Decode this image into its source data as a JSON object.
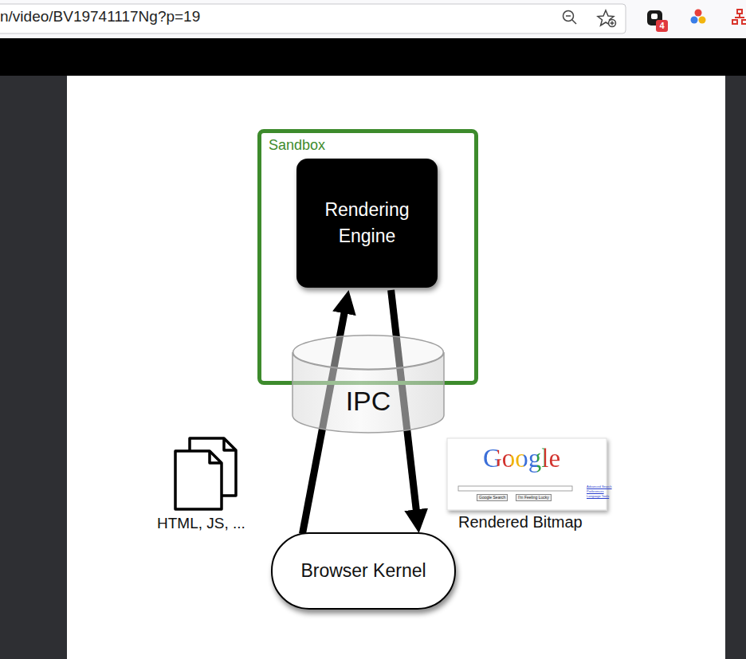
{
  "diagram": {
    "nodes": [
      {
        "text": [
          "Sandbox"
        ]
      },
      {
        "text": [
          "Rendering Engine"
        ],
        "in": 0
      },
      {
        "text": [
          "IPC"
        ]
      },
      {
        "text": [
          "Browser Kernel"
        ]
      }
    ],
    "edges": [
      {
        "from": 3,
        "to": 1,
        "arrow": "to"
      },
      {
        "from": 1,
        "to": 3,
        "arrow": "to"
      }
    ],
    "labels": [
      "n/video/BV19741117Ng?p=19",
      "4",
      "HTML, JS, ...",
      "Google",
      "Google Search",
      "I'm Feeling Lucky",
      "Advanced Search",
      "Preferences",
      "Language Tools",
      "Rendered Bitmap"
    ]
  }
}
